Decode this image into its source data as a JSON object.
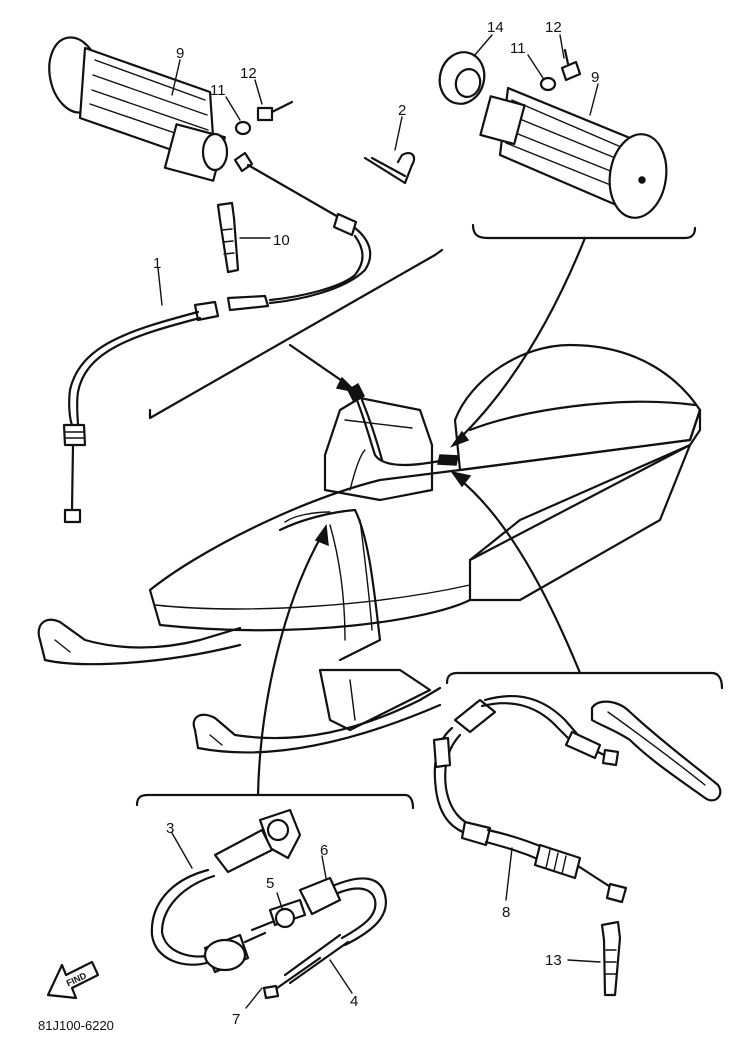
{
  "diagram": {
    "part_labels": [
      {
        "id": "p1",
        "text": "1"
      },
      {
        "id": "p2",
        "text": "2"
      },
      {
        "id": "p3",
        "text": "3"
      },
      {
        "id": "p4",
        "text": "4"
      },
      {
        "id": "p5",
        "text": "5"
      },
      {
        "id": "p6",
        "text": "6"
      },
      {
        "id": "p7",
        "text": "7"
      },
      {
        "id": "p8",
        "text": "8"
      },
      {
        "id": "p9a",
        "text": "9"
      },
      {
        "id": "p9b",
        "text": "9"
      },
      {
        "id": "p10",
        "text": "10"
      },
      {
        "id": "p11a",
        "text": "11"
      },
      {
        "id": "p11b",
        "text": "11"
      },
      {
        "id": "p12a",
        "text": "12"
      },
      {
        "id": "p12b",
        "text": "12"
      },
      {
        "id": "p13",
        "text": "13"
      },
      {
        "id": "p14",
        "text": "14"
      }
    ],
    "find_label": "FIND",
    "drawing_code": "81J100-6220"
  }
}
